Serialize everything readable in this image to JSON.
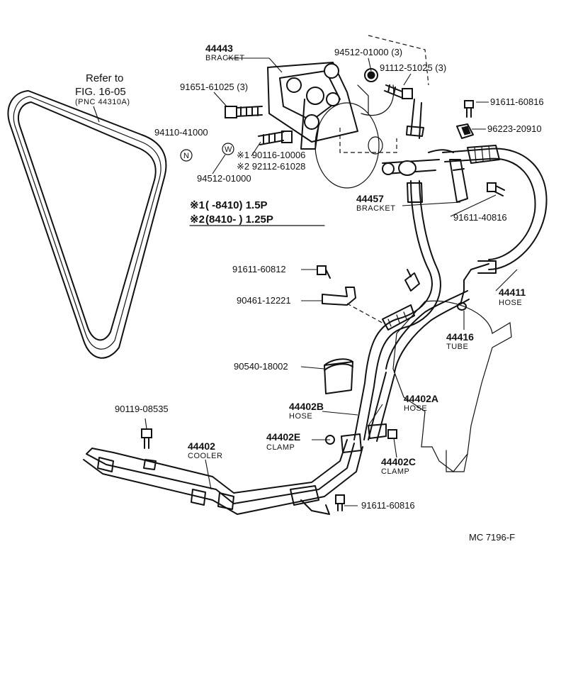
{
  "reference": {
    "line1": "Refer to",
    "line2": "FIG. 16-05",
    "line3": "(PNC 44310A)"
  },
  "parts": {
    "p44443": {
      "number": "44443",
      "name": "BRACKET"
    },
    "p94512a": {
      "number": "94512-01000 (3)"
    },
    "p91112": {
      "number": "91112-51025 (3)"
    },
    "p91651": {
      "number": "91651-61025 (3)"
    },
    "p91611_60816a": {
      "number": "91611-60816"
    },
    "p96223": {
      "number": "96223-20910"
    },
    "p94110": {
      "number": "94110-41000"
    },
    "p90116": {
      "number": "※1 90116-10006"
    },
    "p92112": {
      "number": "※2 92112-61028"
    },
    "p94512b": {
      "number": "94512-01000"
    },
    "p44457": {
      "number": "44457",
      "name": "BRACKET"
    },
    "p91611_40816": {
      "number": "91611-40816"
    },
    "p91611_60812": {
      "number": "91611-60812"
    },
    "p90461": {
      "number": "90461-12221"
    },
    "p44411": {
      "number": "44411",
      "name": "HOSE"
    },
    "p44416": {
      "number": "44416",
      "name": "TUBE"
    },
    "p90540": {
      "number": "90540-18002"
    },
    "p44402A": {
      "number": "44402A",
      "name": "HOSE"
    },
    "p44402B": {
      "number": "44402B",
      "name": "HOSE"
    },
    "p90119": {
      "number": "90119-08535"
    },
    "p44402E": {
      "number": "44402E",
      "name": "CLAMP"
    },
    "p44402": {
      "number": "44402",
      "name": "COOLER"
    },
    "p44402C": {
      "number": "44402C",
      "name": "CLAMP"
    },
    "p91611_60816b": {
      "number": "91611-60816"
    }
  },
  "notes": {
    "n1_mark": "※1",
    "n1_text": "(        -8410) 1.5P",
    "n2_mark": "※2",
    "n2_text": "(8410-          ) 1.25P"
  },
  "symbols": {
    "n_symbol": "N",
    "w_symbol": "W"
  },
  "diagram_code": "MC  7196-F"
}
